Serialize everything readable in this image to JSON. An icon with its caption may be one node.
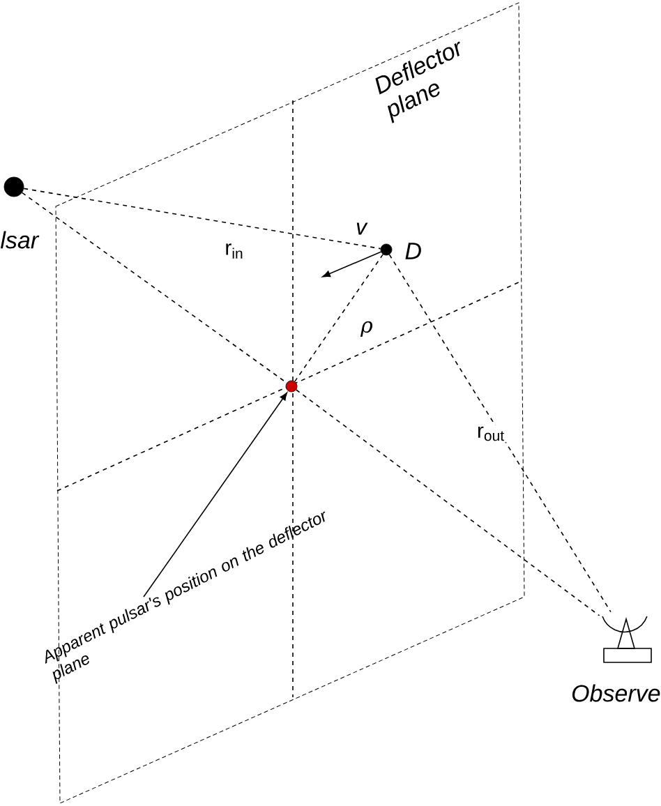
{
  "diagram": {
    "nodes": [
      {
        "text": [],
        "shape": "circle",
        "beside": [
          "lsar"
        ]
      },
      {
        "text": [],
        "shape": "circle",
        "beside": [
          "D"
        ]
      },
      {
        "text": [],
        "shape": "circle"
      },
      {
        "text": [],
        "shape": "picture",
        "beside": [
          "Observe"
        ]
      },
      {
        "text": [
          "Apparent pulsar's position on the deflector plane"
        ]
      }
    ],
    "edges": [
      {
        "from": 0,
        "to": 1,
        "arrow": "none",
        "style": "dashed",
        "label": "r$_{in}$"
      },
      {
        "from": 0,
        "to": 2,
        "arrow": "none",
        "style": "dashed"
      },
      {
        "from": 2,
        "to": 3,
        "arrow": "none",
        "style": "dashed"
      },
      {
        "from": 1,
        "to": 2,
        "arrow": "none",
        "style": "dashed",
        "label": "ρ"
      },
      {
        "from": 1,
        "to": 3,
        "arrow": "none",
        "style": "dashed",
        "label": "r$_{out}$"
      },
      {
        "from": 1,
        "to": null,
        "arrow": "to",
        "label": "v"
      },
      {
        "from": 4,
        "to": 2,
        "arrow": "to"
      }
    ],
    "labels": [
      "Deflector plane"
    ]
  }
}
